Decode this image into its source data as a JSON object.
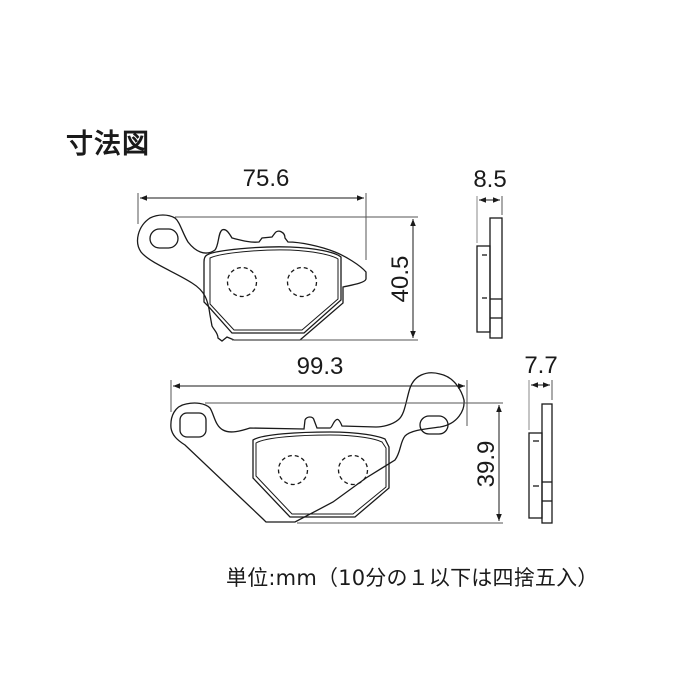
{
  "title": "寸法図",
  "note": "単位:mm（10分の１以下は四捨五入）",
  "colors": {
    "line": "#1a1a1a",
    "dim_line": "#555555",
    "background": "#ffffff"
  },
  "pad_upper": {
    "width_label": "75.6",
    "height_label": "40.5",
    "thickness_label": "8.5"
  },
  "pad_lower": {
    "width_label": "99.3",
    "height_label": "39.9",
    "thickness_label": "7.7"
  }
}
